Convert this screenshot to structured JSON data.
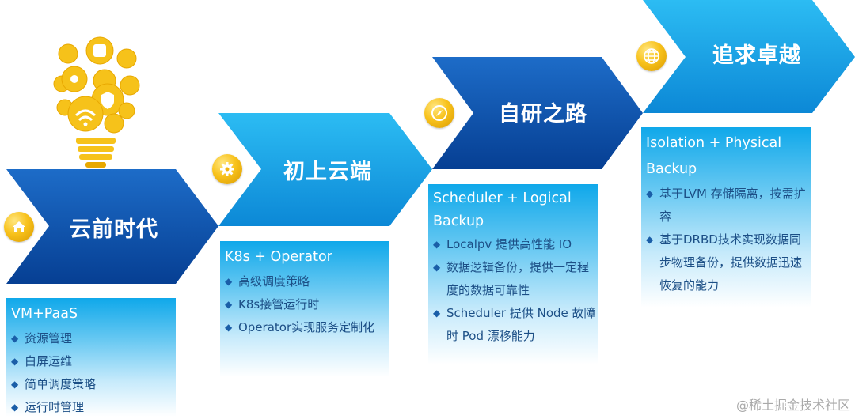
{
  "stages": [
    {
      "title": "云前时代",
      "icon": "home-icon",
      "heading": "VM+PaaS",
      "items": [
        "资源管理",
        "白屏运维",
        "简单调度策略",
        "运行时管理"
      ]
    },
    {
      "title": "初上云端",
      "icon": "gear-icon",
      "heading": "K8s + Operator",
      "items": [
        "高级调度策略",
        "K8s接管运行时",
        "Operator实现服务定制化"
      ]
    },
    {
      "title": "自研之路",
      "icon": "compass-icon",
      "heading": "Scheduler + Logical Backup",
      "items": [
        "Localpv 提供高性能 IO",
        "数据逻辑备份，提供一定程度的数据可靠性",
        "Scheduler 提供 Node 故障时 Pod 漂移能力"
      ]
    },
    {
      "title": "追求卓越",
      "icon": "globe-icon",
      "heading": "Isolation + Physical Backup",
      "items": [
        "基于LVM 存储隔离，按需扩容",
        "基于DRBD技术实现数据同步物理备份，提供数据迅速恢复的能力"
      ]
    }
  ],
  "illustration": "lightbulb-gears-icon",
  "watermark": "@稀土掘金技术社区",
  "colors": {
    "arrow_dark": "#0a4fae",
    "arrow_light": "#1aa3e8",
    "coin": "#f8c21c",
    "bullet_text": "#1c4f86"
  }
}
